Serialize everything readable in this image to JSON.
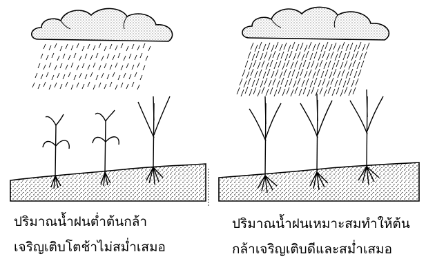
{
  "captions": {
    "left_line1": "ปริมาณน้ำฝนต่ำต้นกล้า",
    "left_line2": "เจริญเติบโตช้าไม่สม่ำเสมอ",
    "right_line1": "ปริมาณน้ำฝนเหมาะสมทำให้ต้น",
    "right_line2": "กล้าเจริญเติบดีและสม่ำเสมอ"
  },
  "illustration": {
    "left": {
      "rain": "sparse",
      "seedlings": [
        "drooping",
        "drooping",
        "upright"
      ]
    },
    "right": {
      "rain": "dense",
      "seedlings": [
        "upright",
        "upright",
        "upright"
      ]
    }
  },
  "colors": {
    "ink": "#000000",
    "paper": "#ffffff"
  }
}
